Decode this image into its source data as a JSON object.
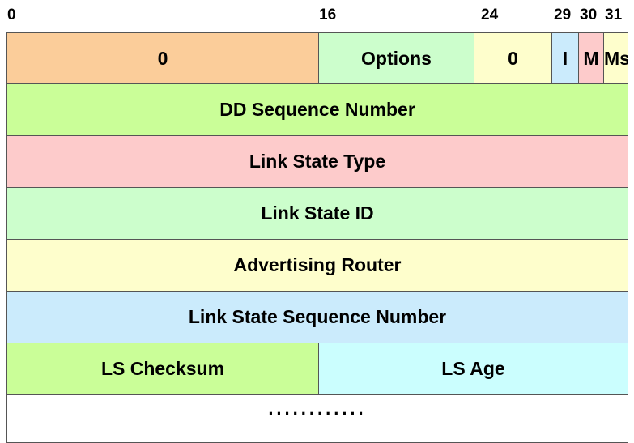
{
  "bit_labels": {
    "b0": "0",
    "b16": "16",
    "b24": "24",
    "b29": "29",
    "b30": "30",
    "b31": "31"
  },
  "row1": {
    "zero_a": "0",
    "options": "Options",
    "zero_b": "0",
    "i_bit": "I",
    "m_bit": "M",
    "ms_bit": "Ms"
  },
  "rows": {
    "dd_sequence": "DD Sequence Number",
    "ls_type": "Link State Type",
    "ls_id": "Link State ID",
    "adv_router": "Advertising Router",
    "ls_seq": "Link State Sequence Number",
    "ls_checksum": "LS Checksum",
    "ls_age": "LS Age",
    "continuation": "............"
  },
  "colors": {
    "orange": "#fbcd9a",
    "green": "#ccfecc",
    "yellow": "#fefecc",
    "blue": "#cbebfc",
    "pink": "#fdcbcb",
    "lime": "#cafe98",
    "cyan": "#cbfefe"
  }
}
